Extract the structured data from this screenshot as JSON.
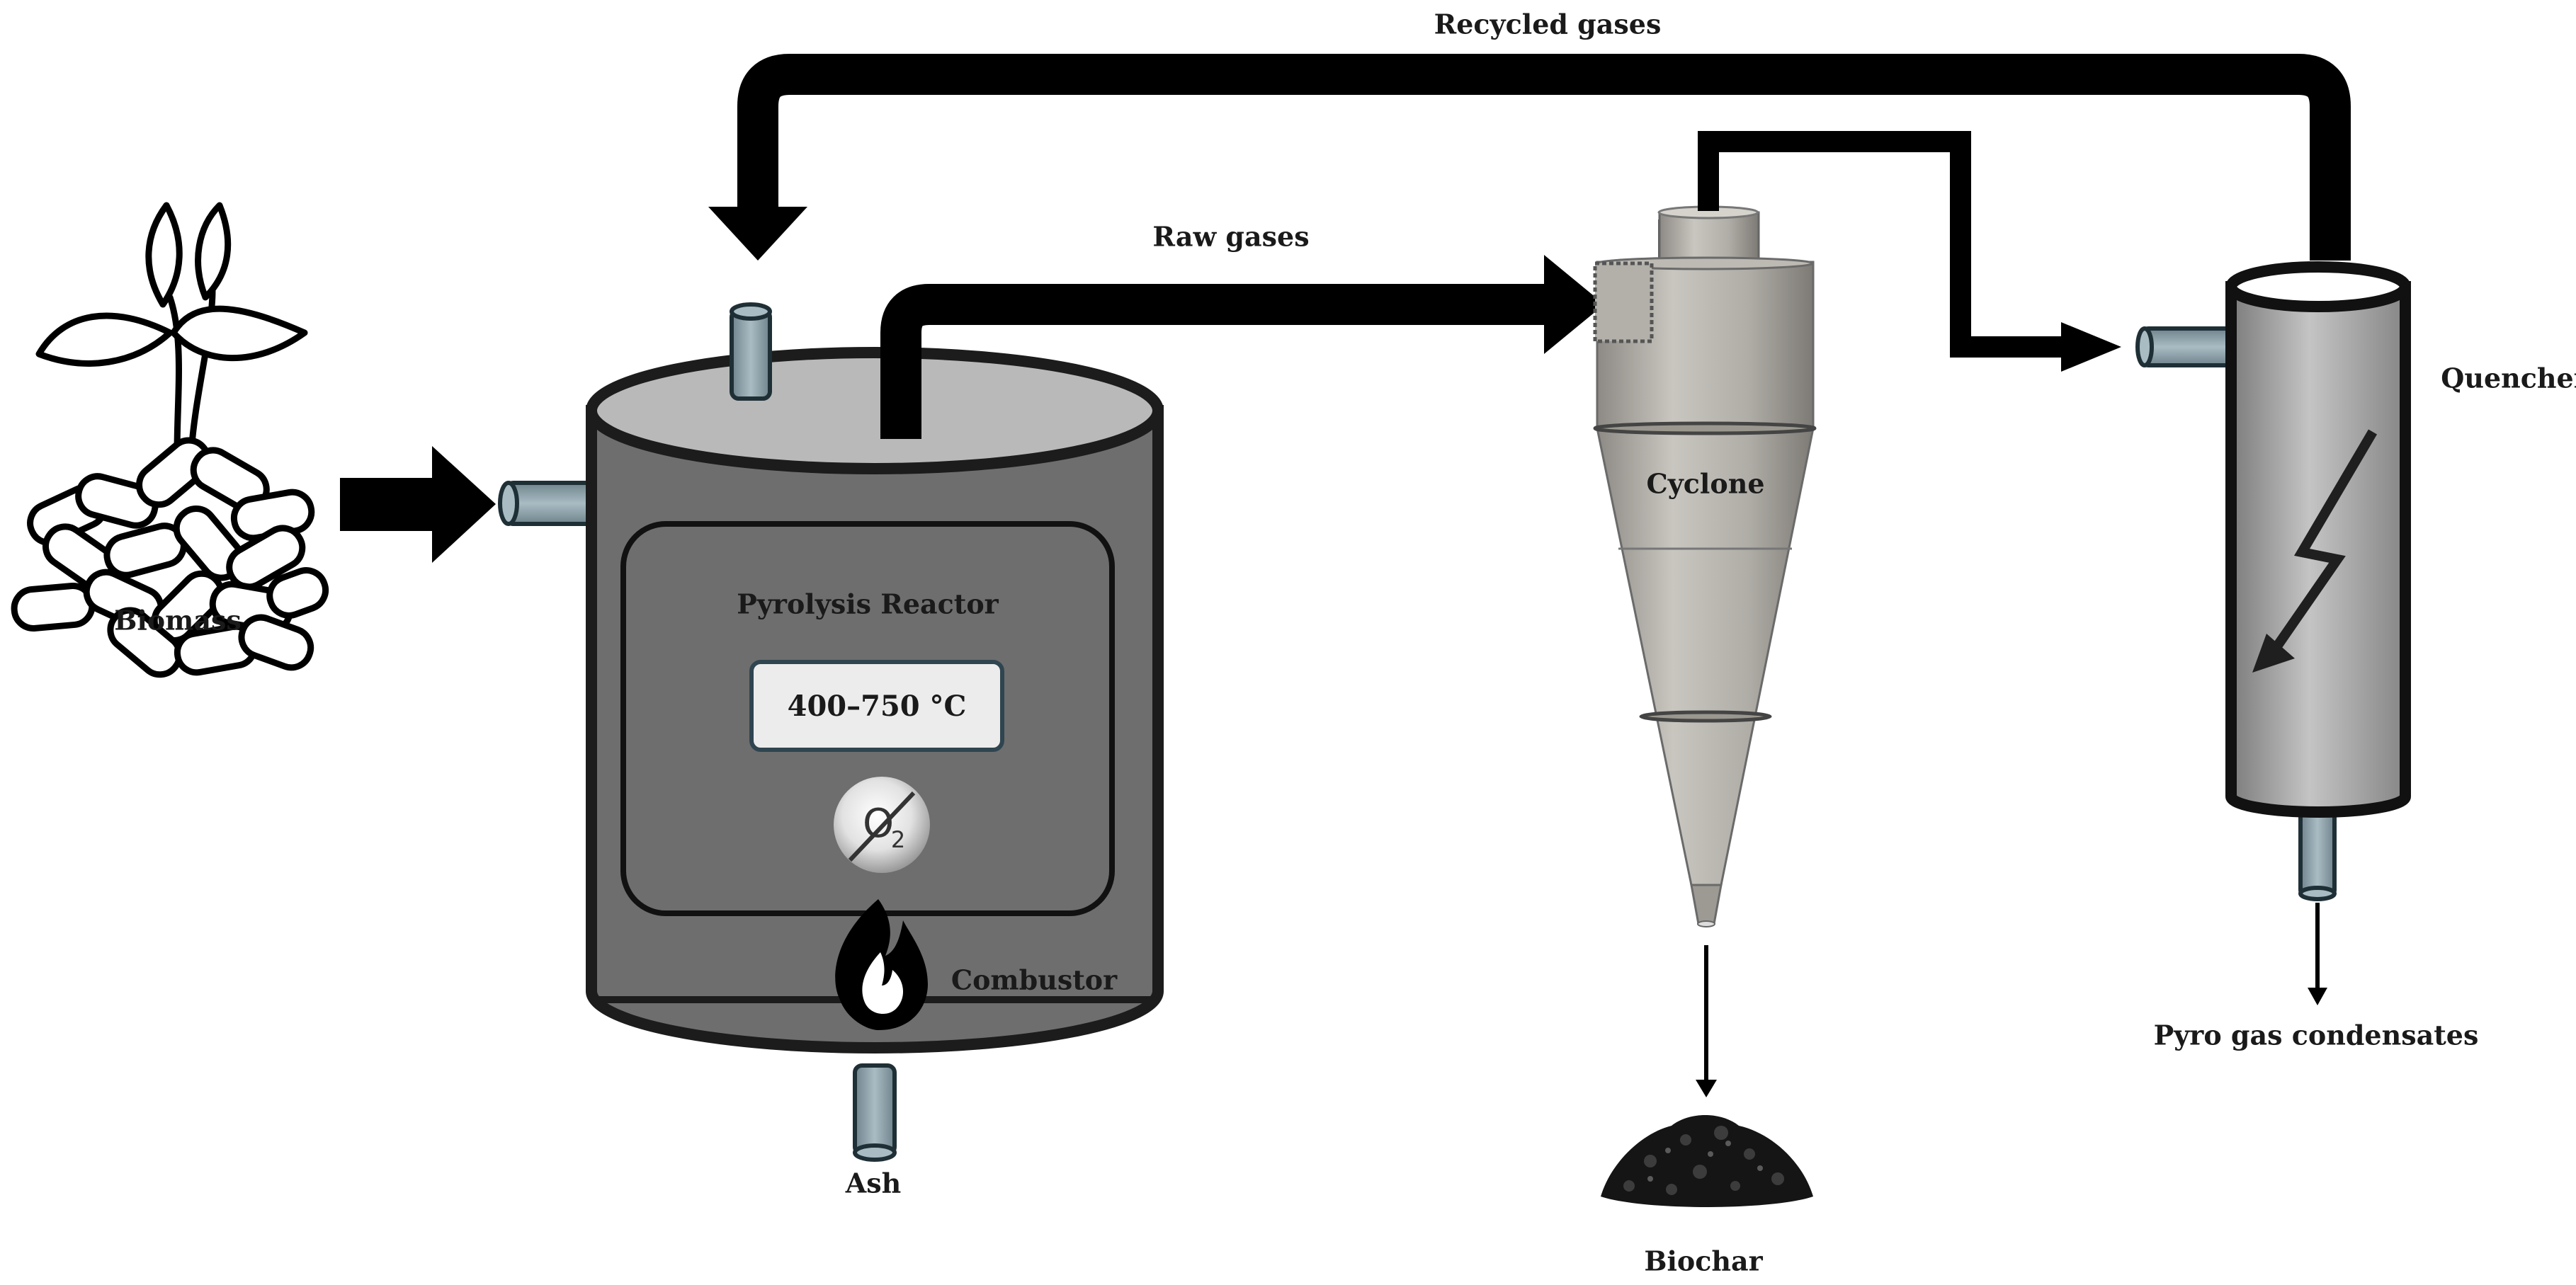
{
  "labels": {
    "recycled_gases": "Recycled gases",
    "raw_gases": "Raw gases",
    "biomass": "Biomass",
    "pyrolysis_reactor": "Pyrolysis Reactor",
    "temperature": "400–750 °C",
    "oxygen": "O",
    "oxygen_subscript": "2",
    "combustor": "Combustor",
    "ash": "Ash",
    "cyclone": "Cyclone",
    "biochar": "Biochar",
    "quencher": "Quencher",
    "condensates": "Pyro gas condensates"
  },
  "icons": {
    "biomass": "plant-pellets-icon",
    "flame": "flame-icon",
    "no_oxygen": "no-oxygen-icon",
    "biochar": "biochar-pile-icon",
    "quench": "lightning-arrow-icon"
  },
  "colors": {
    "reactor_body": "#6e6e6e",
    "reactor_lid": "#b9b9b9",
    "pipe": "#8fa2ab",
    "cyclone": "#b5b2ac",
    "quencher": "#a9a9a9",
    "flow_arrow": "#000000"
  }
}
